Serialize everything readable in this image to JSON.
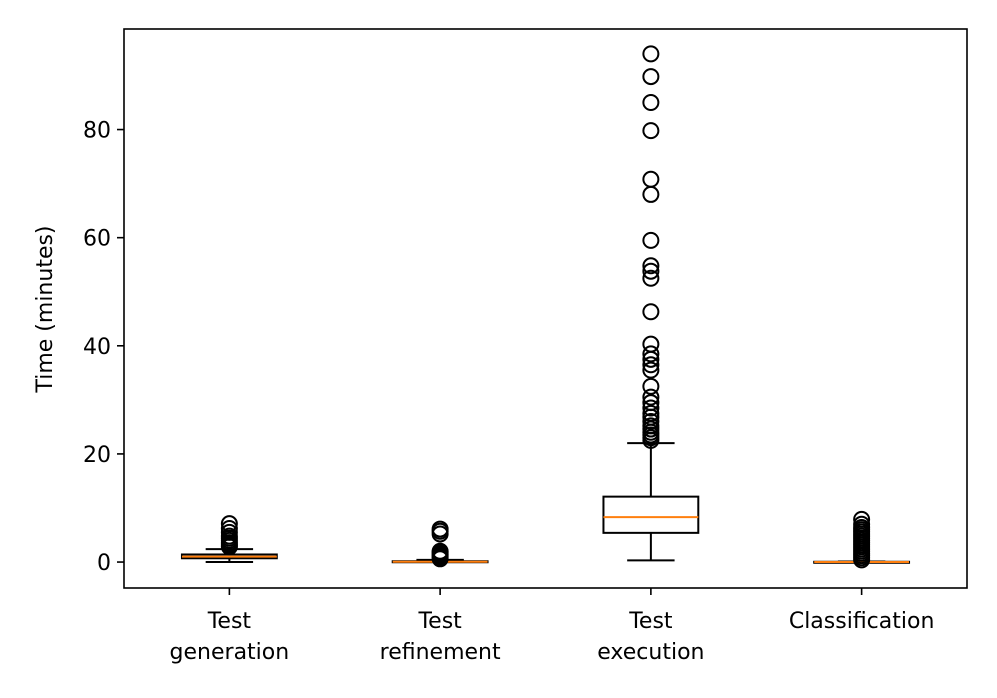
{
  "chart_data": {
    "type": "box",
    "ylabel": "Time (minutes)",
    "xlabel": "",
    "ylim": [
      -4.8,
      98.6
    ],
    "yticks": [
      0,
      20,
      40,
      60,
      80
    ],
    "grid": false,
    "colors": {
      "median": "#ff7f0e",
      "box": "#000000",
      "flier": "#000000"
    },
    "categories": [
      {
        "lines": [
          "Test",
          "generation"
        ]
      },
      {
        "lines": [
          "Test",
          "refinement"
        ]
      },
      {
        "lines": [
          "Test",
          "execution"
        ]
      },
      {
        "lines": [
          "Classification"
        ]
      }
    ],
    "boxes": [
      {
        "whisker_low": 0.0,
        "q1": 0.7,
        "median": 1.0,
        "q3": 1.4,
        "whisker_high": 2.4,
        "fliers": [
          2.8,
          3.0,
          3.3,
          3.6,
          4.0,
          4.4,
          4.8,
          5.5,
          6.2,
          7.1
        ]
      },
      {
        "whisker_low": 0.0,
        "q1": 0.0,
        "median": 0.05,
        "q3": 0.15,
        "whisker_high": 0.4,
        "fliers": [
          0.6,
          0.9,
          1.2,
          1.5,
          1.8,
          2.0,
          5.2,
          5.7,
          6.1
        ]
      },
      {
        "whisker_low": 0.3,
        "q1": 5.4,
        "median": 8.3,
        "q3": 12.1,
        "whisker_high": 22.0,
        "fliers": [
          22.5,
          23.0,
          23.5,
          24.0,
          24.6,
          25.2,
          26.0,
          26.8,
          27.5,
          28.5,
          29.5,
          30.5,
          32.5,
          35.5,
          36.5,
          37.5,
          38.5,
          40.3,
          46.3,
          52.5,
          53.8,
          54.8,
          59.5,
          68.0,
          70.8,
          79.8,
          85.0,
          89.8,
          94.0
        ]
      },
      {
        "whisker_low": 0.0,
        "q1": 0.0,
        "median": 0.02,
        "q3": 0.05,
        "whisker_high": 0.1,
        "fliers": [
          0.4,
          0.8,
          1.2,
          1.6,
          2.0,
          2.4,
          2.8,
          3.2,
          3.6,
          4.0,
          4.4,
          4.8,
          5.2,
          5.6,
          6.0,
          6.4,
          7.0,
          7.9
        ]
      }
    ]
  }
}
